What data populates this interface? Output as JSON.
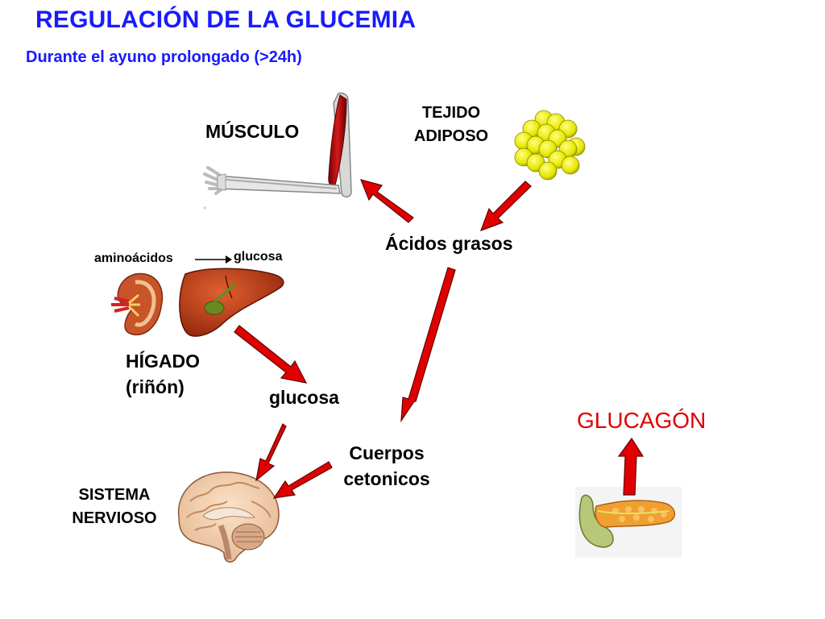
{
  "title": "REGULACIÓN DE LA GLUCEMIA",
  "subtitle": "Durante el ayuno prolongado (>24h)",
  "labels": {
    "musculo": "MÚSCULO",
    "tejido_line1": "TEJIDO",
    "tejido_line2": "ADIPOSO",
    "acidos_grasos": "Ácidos grasos",
    "aminoacidos": "aminoácidos",
    "glucosa_small": "glucosa",
    "higado_line1": "HÍGADO",
    "higado_line2": "(riñón)",
    "glucosa": "glucosa",
    "cuerpos_line1": "Cuerpos",
    "cuerpos_line2": "cetonicos",
    "sistema_line1": "SISTEMA",
    "sistema_line2": "NERVIOSO",
    "glucagon": "GLUCAGÓN"
  },
  "colors": {
    "title": "#1a1aff",
    "arrow": "#e00000",
    "glucagon": "#e00000",
    "fat_cells": "#e6e600"
  },
  "icons": [
    "arm-muscle-illustration",
    "adipose-tissue-illustration",
    "kidney-illustration",
    "liver-illustration",
    "brain-illustration",
    "pancreas-illustration"
  ]
}
